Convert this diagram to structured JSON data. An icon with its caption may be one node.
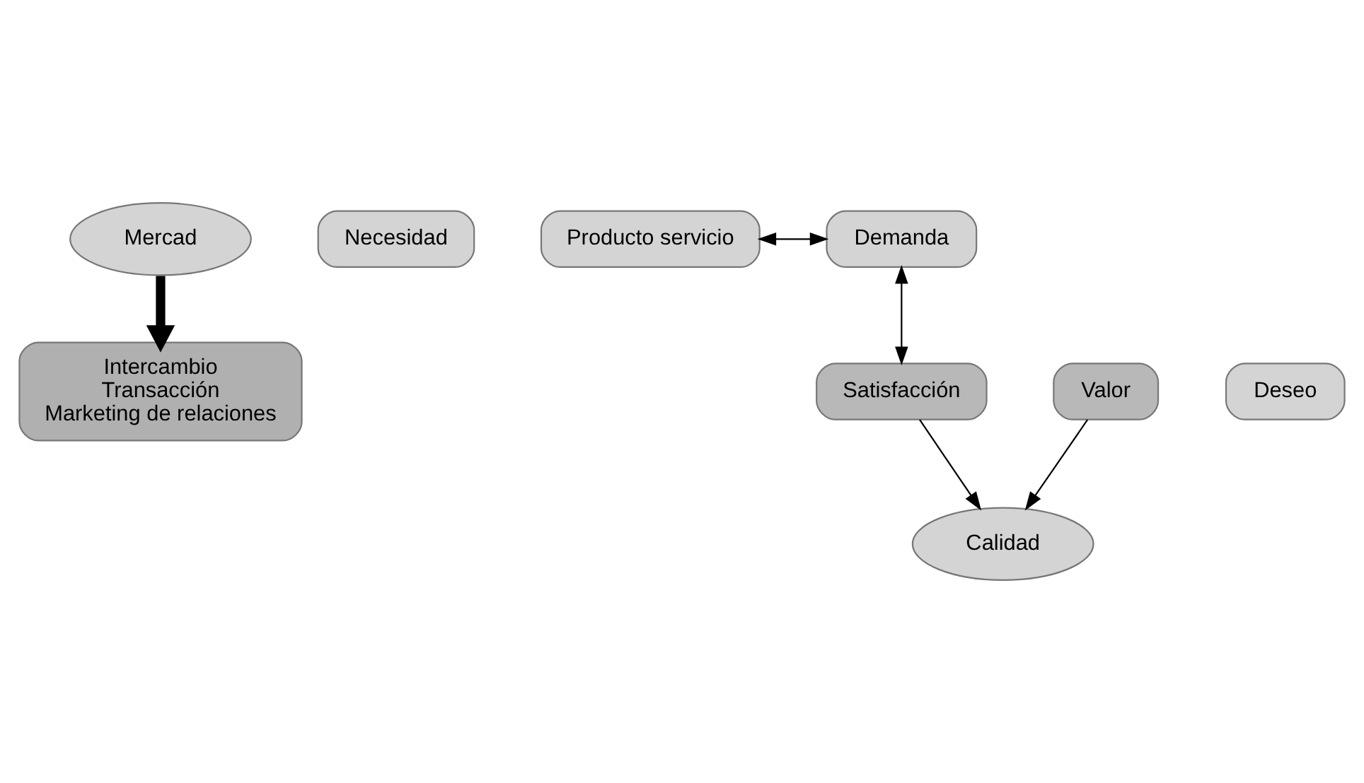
{
  "diagram": {
    "nodes": [
      {
        "text": [
          "Mercad"
        ]
      },
      {
        "text": [
          "Intercambio",
          "Transacción",
          "Marketing de relaciones"
        ]
      },
      {
        "text": [
          "Necesidad"
        ]
      },
      {
        "text": [
          "Producto servicio"
        ]
      },
      {
        "text": [
          "Demanda"
        ]
      },
      {
        "text": [
          "Deseo"
        ]
      },
      {
        "text": [
          "Valor"
        ]
      },
      {
        "text": [
          "Satisfacción"
        ]
      },
      {
        "text": [
          "Calidad"
        ]
      }
    ],
    "edges": [
      {
        "from": 0,
        "to": 1,
        "arrow": "to",
        "style": "thick"
      },
      {
        "from": 3,
        "to": 4,
        "arrow": "both"
      },
      {
        "from": 4,
        "to": 7,
        "arrow": "both"
      },
      {
        "from": 6,
        "to": 8,
        "arrow": "to"
      },
      {
        "from": 7,
        "to": 8,
        "arrow": "to"
      }
    ]
  }
}
